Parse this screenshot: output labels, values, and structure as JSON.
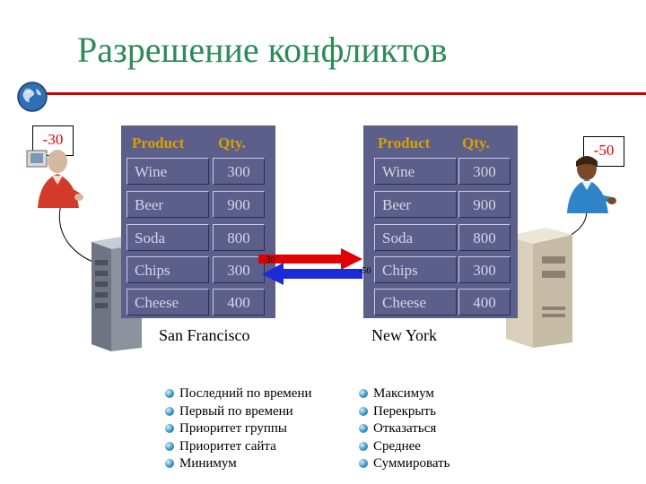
{
  "title": "Разрешение конфликтов",
  "icons": {
    "globe": "globe-icon",
    "person": "person-icon",
    "server": "server-icon"
  },
  "colors": {
    "title": "#2e8b57",
    "rule": "#cc0000",
    "panel": "#5b5f8a",
    "header_text": "#d8a000",
    "cell_text": "#d5d6e6",
    "arrow_right": "#e00000",
    "arrow_left": "#1c2bd8",
    "badge_text": "#e00000"
  },
  "left_site": {
    "name": "San Francisco",
    "badge": "-30",
    "arrow_label": "-30",
    "headers": {
      "product": "Product",
      "qty": "Qty."
    },
    "rows": [
      {
        "product": "Wine",
        "qty": "300"
      },
      {
        "product": "Beer",
        "qty": "900"
      },
      {
        "product": "Soda",
        "qty": "800"
      },
      {
        "product": "Chips",
        "qty": "300"
      },
      {
        "product": "Cheese",
        "qty": "400"
      }
    ]
  },
  "right_site": {
    "name": "New York",
    "badge": "-50",
    "arrow_label": "-50",
    "headers": {
      "product": "Product",
      "qty": "Qty."
    },
    "rows": [
      {
        "product": "Wine",
        "qty": "300"
      },
      {
        "product": "Beer",
        "qty": "900"
      },
      {
        "product": "Soda",
        "qty": "800"
      },
      {
        "product": "Chips",
        "qty": "300"
      },
      {
        "product": "Cheese",
        "qty": "400"
      }
    ]
  },
  "options_left": [
    "Последний по времени",
    "Первый по времени",
    "Приоритет группы",
    "Приоритет сайта",
    "Минимум"
  ],
  "options_right": [
    "Максимум",
    "Перекрыть",
    "Отказаться",
    "Среднее",
    "Суммировать"
  ]
}
